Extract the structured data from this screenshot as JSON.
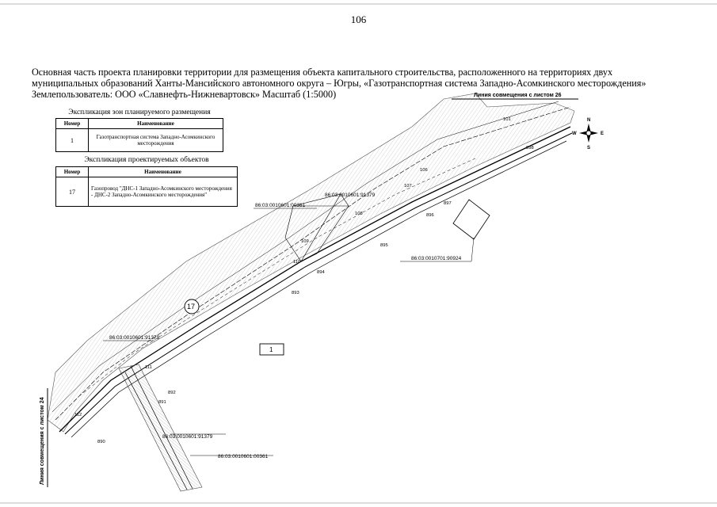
{
  "page_number": "106",
  "heading": "Основная часть проекта планировки территории для размещения объекта капитального строительства, расположенного на территориях двух муниципальных образований Ханты-Мансийского автономного округа – Югры, «Газотранспортная система Западно-Асомкинского месторождения» Землепользователь: ООО «Славнефть-Нижневартовск» Масштаб (1:5000)",
  "zones_legend": {
    "title": "Экспликация зон планируемого размещения",
    "col_number": "Номер",
    "col_name": "Наименование",
    "rows": [
      {
        "number": "1",
        "name": "Газотранспортная система Западно-Асомкинского месторождения"
      }
    ]
  },
  "objects_legend": {
    "title": "Экспликация проектируемых объектов",
    "col_number": "Номер",
    "col_name": "Наименование",
    "rows": [
      {
        "number": "17",
        "name": "Газопровод \"ДНС-1 Западно-Асомкинского месторождения - ДНС-2 Западно-Асомкинского месторождения\""
      }
    ]
  },
  "compass": {
    "n": "N",
    "s": "S",
    "w": "W",
    "e": "E"
  },
  "sheet_links": {
    "top": "Линия совмещения с листом 26",
    "left": "Линия совмещения с листом 24"
  },
  "object_marker": "17",
  "zone_marker": "1",
  "cadastral": {
    "c1": "86:03:0010601:91379",
    "c2": "86:03:0010601:00361",
    "c3": "86:03:0010701:90924",
    "c4": "86:03:0010601:91379",
    "c5": "86:03:0010601:91379",
    "c6": "86:03:0010601:00361"
  },
  "points": {
    "p898": "898",
    "p897": "897",
    "p896": "896",
    "p895": "895",
    "p894": "894",
    "p893": "893",
    "p892": "892",
    "p891": "891",
    "p890": "890",
    "p106": "106",
    "p107": "107",
    "p108": "108",
    "p109": "109",
    "p110": "110",
    "p111": "111",
    "p112": "112",
    "p101": "101"
  }
}
